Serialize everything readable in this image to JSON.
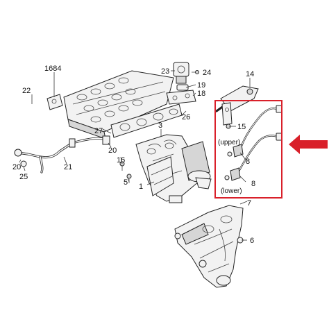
{
  "callouts": {
    "c1684": "1684",
    "c22": "22",
    "c23": "23",
    "c24": "24",
    "c14": "14",
    "c19": "19",
    "c18": "18",
    "c26": "26",
    "c15": "15",
    "c27": "27",
    "c3": "3",
    "c20a": "20",
    "c16": "16",
    "c20b": "20",
    "c21": "21",
    "c25": "25",
    "c5": "5",
    "c1": "1",
    "c8a": "8",
    "c8b": "8",
    "c7": "7",
    "c6": "6",
    "upper": "(upper)",
    "lower": "(lower)"
  },
  "colors": {
    "highlight_box": "#d9202a",
    "arrow": "#d9202a",
    "line": "#222222"
  },
  "icons": {
    "pointer": "arrow-left-icon"
  }
}
